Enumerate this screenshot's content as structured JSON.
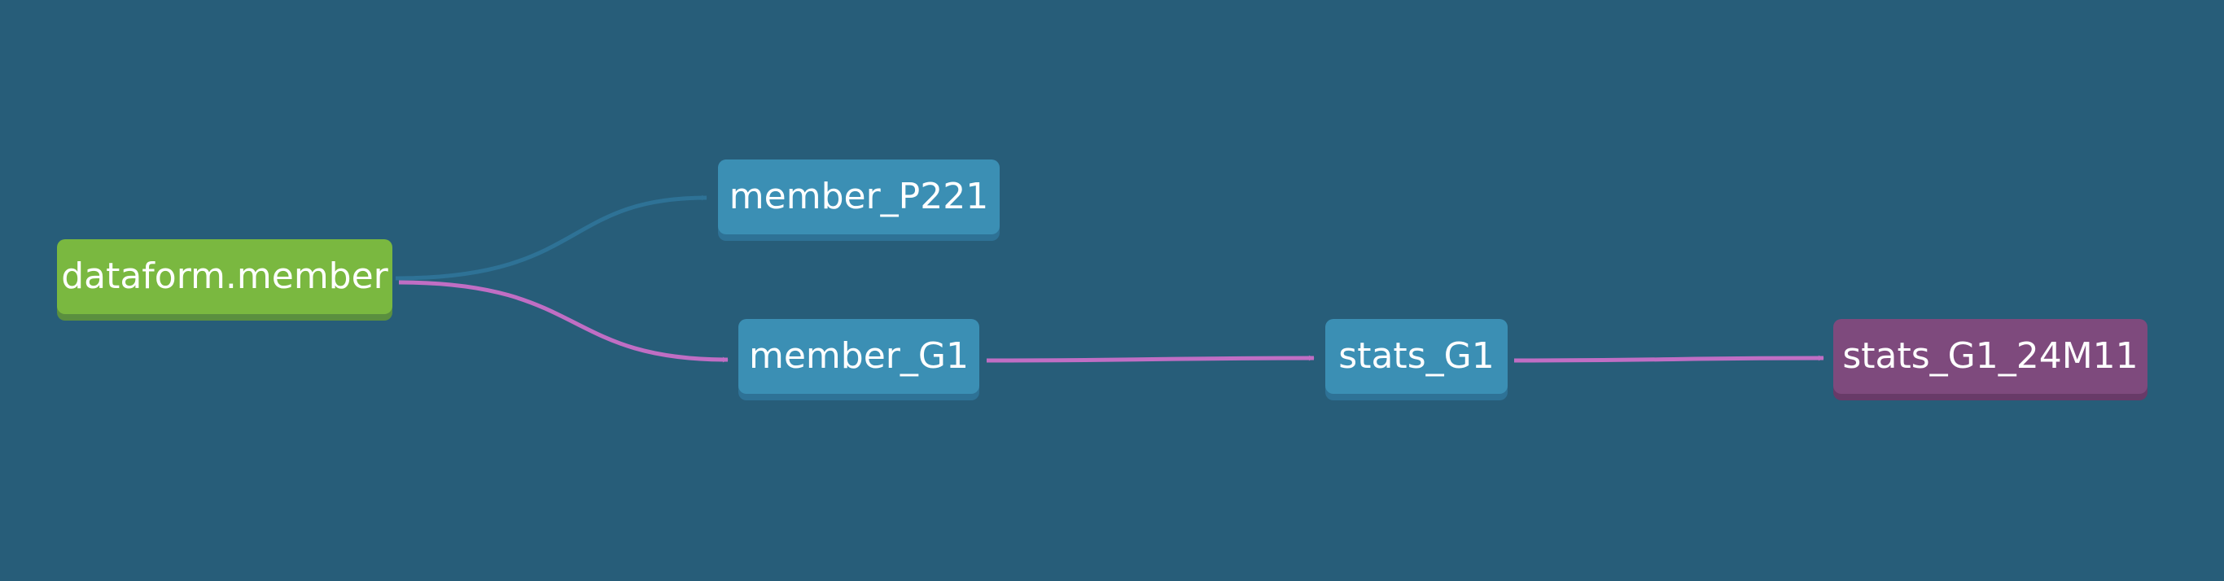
{
  "colors": {
    "background": "#275d79",
    "source_node": "#7ab840",
    "table_node": "#3b8fb4",
    "output_node": "#7e4a7d",
    "active_edge": "#c06ec4",
    "inactive_edge": "#2e7296"
  },
  "nodes": {
    "dataform_member": "dataform.member",
    "member_p221": "member_P221",
    "member_g1": "member_G1",
    "stats_g1": "stats_G1",
    "stats_g1_24m11": "stats_G1_24M11"
  },
  "edges": [
    {
      "from": "dataform.member",
      "to": "member_P221",
      "state": "inactive"
    },
    {
      "from": "dataform.member",
      "to": "member_G1",
      "state": "active"
    },
    {
      "from": "member_G1",
      "to": "stats_G1",
      "state": "active"
    },
    {
      "from": "stats_G1",
      "to": "stats_G1_24M11",
      "state": "active"
    }
  ]
}
